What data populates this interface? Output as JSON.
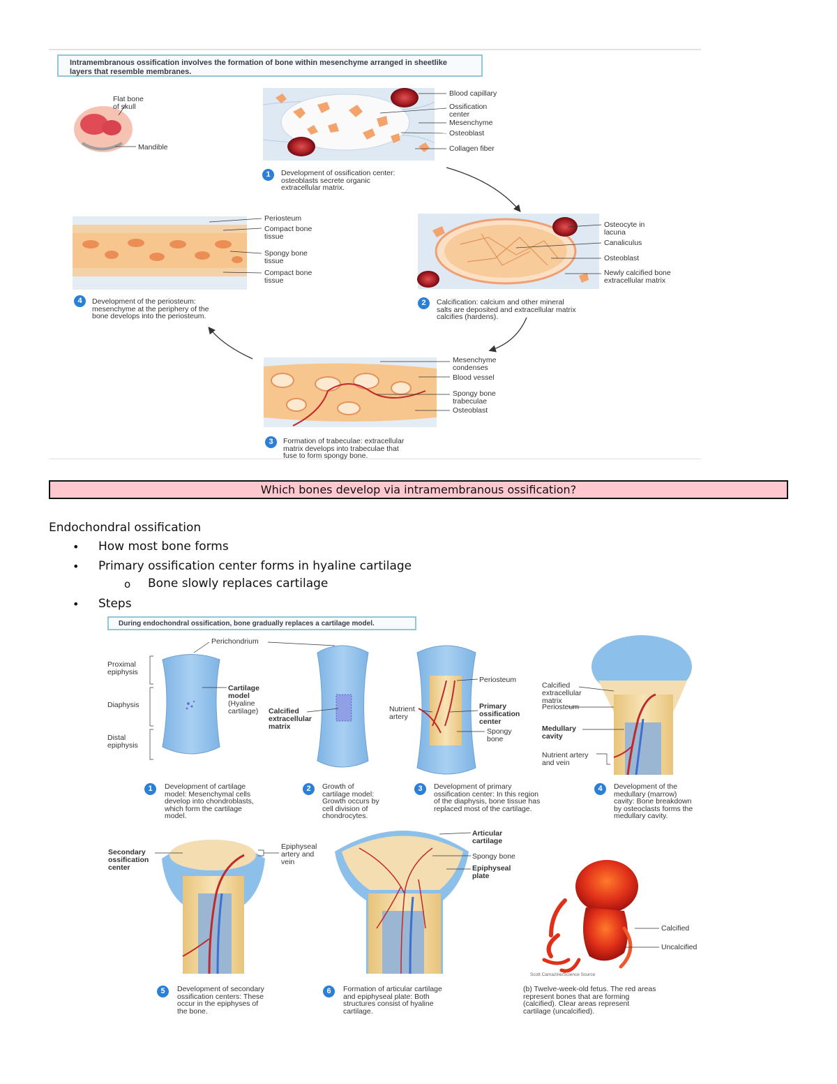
{
  "intramembranous": {
    "note": "Intramembranous ossification involves the formation of bone within mesenchyme arranged in sheetlike layers that resemble membranes.",
    "skull_labels": {
      "flat_bone": "Flat bone\nof skull",
      "mandible": "Mandible"
    },
    "step1": {
      "number": "1",
      "labels": [
        "Blood capillary",
        "Ossification\ncenter",
        "Mesenchyme",
        "Osteoblast",
        "Collagen fiber"
      ],
      "caption": "Development of ossification center:\nosteoblasts secrete organic\nextracellular matrix."
    },
    "step2": {
      "number": "2",
      "labels": [
        "Osteocyte in\nlacuna",
        "Canaliculus",
        "Osteoblast",
        "Newly calcified bone\nextracellular matrix"
      ],
      "caption": "Calcification: calcium and other mineral\nsalts are deposited and extracellular matrix\ncalcifies (hardens)."
    },
    "step3": {
      "number": "3",
      "labels": [
        "Mesenchyme\ncondenses",
        "Blood vessel",
        "Spongy bone\ntrabeculae",
        "Osteoblast"
      ],
      "caption": "Formation of trabeculae: extracellular\nmatrix develops into trabeculae that\nfuse to form spongy bone."
    },
    "step4": {
      "number": "4",
      "labels": [
        "Periosteum",
        "Compact bone\ntissue",
        "Spongy bone\ntissue",
        "Compact bone\ntissue"
      ],
      "caption": "Development of the periosteum:\nmesenchyme at the periphery of the\nbone develops into the periosteum."
    }
  },
  "question": "Which bones develop via intramembranous ossification?",
  "endochondral": {
    "heading": "Endochondral ossification",
    "bullets": [
      "How most bone forms",
      "Primary ossification center forms in hyaline cartilage",
      "Steps"
    ],
    "sub_bullet": "Bone slowly replaces cartilage",
    "bullet_symbol": "•",
    "sub_symbol": "o",
    "note": "During endochondral ossification, bone gradually replaces a cartilage model.",
    "step1": {
      "number": "1",
      "labels": {
        "perichondrium": "Perichondrium",
        "proximal": "Proximal\nepiphysis",
        "diaphysis": "Diaphysis",
        "distal": "Distal\nepiphysis",
        "cartilage_model_title": "Cartilage\nmodel",
        "cartilage_model_sub": "(Hyaline\ncartilage)"
      },
      "caption": "Development of cartilage\nmodel: Mesenchymal cells\ndevelop into chondroblasts,\nwhich form the cartilage\nmodel."
    },
    "step2": {
      "number": "2",
      "labels": {
        "calcified": "Calcified\nextracellular\nmatrix"
      },
      "caption": "Growth of\ncartilage model:\nGrowth occurs by\ncell division of\nchondrocytes."
    },
    "step3": {
      "number": "3",
      "labels": {
        "periosteum": "Periosteum",
        "nutrient": "Nutrient\nartery",
        "primary": "Primary\nossification\ncenter",
        "spongy": "Spongy\nbone"
      },
      "caption": "Development of primary\nossification center: In this region\nof the diaphysis, bone tissue has\nreplaced most of the cartilage."
    },
    "step4": {
      "number": "4",
      "labels": {
        "calcified": "Calcified\nextracellular\nmatrix",
        "periosteum": "Periosteum",
        "medullary": "Medullary\ncavity",
        "nutrient": "Nutrient artery\nand vein"
      },
      "caption": "Development of the\nmedullary (marrow)\ncavity: Bone breakdown\nby osteoclasts forms the\nmedullary cavity."
    },
    "step5": {
      "number": "5",
      "labels": {
        "secondary": "Secondary\nossification\ncenter",
        "epiphyseal_artery": "Epiphyseal\nartery and\nvein"
      },
      "caption": "Development of secondary\nossification centers: These\noccur in the epiphyses of\nthe bone."
    },
    "step6": {
      "number": "6",
      "labels": {
        "articular": "Articular\ncartilage",
        "spongy": "Spongy bone",
        "epiphyseal_plate": "Epiphyseal\nplate"
      },
      "caption": "Formation of articular cartilage\nand epiphyseal plate: Both\nstructures consist of hyaline\ncartilage."
    },
    "fetus": {
      "labels": {
        "calcified": "Calcified",
        "uncalcified": "Uncalcified"
      },
      "credit": "Scott Camazine/Science Source",
      "caption": "(b) Twelve-week-old fetus. The red areas\nrepresent bones that are forming\n(calcified). Clear areas represent\ncartilage (uncalcified)."
    }
  },
  "colors": {
    "note_border": "#8fc6d8",
    "question_fill": "#ffc7ce",
    "step_badge": "#2b7fd6",
    "cartilage_blue": "#8cc0ea",
    "bone_tan": "#f0cf8a",
    "blood_red": "#c0282a",
    "tissue_orange": "#f3a36b"
  }
}
